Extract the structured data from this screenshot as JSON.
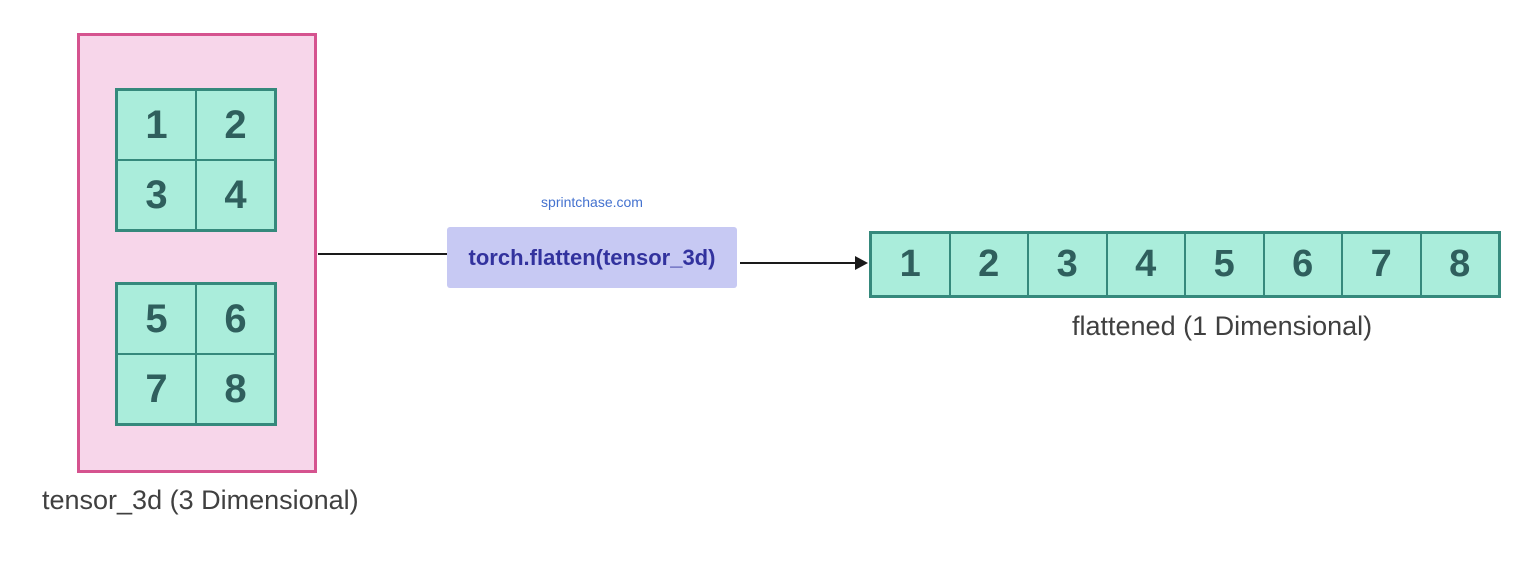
{
  "watermark": "sprintchase.com",
  "colors": {
    "pink_border": "#d5538f",
    "pink_fill": "#f7d6ea",
    "cell_fill": "#aaeddb",
    "cell_border": "#35897c",
    "cell_text": "#2f5f5d",
    "flatten_fill": "#c7c9f3",
    "flatten_text": "#32329e",
    "watermark_color": "#4472cf",
    "label_color": "#404040",
    "arrow_color": "#1a1a1a"
  },
  "tensor_3d": {
    "label": "tensor_3d (3 Dimensional)",
    "matrices": [
      {
        "cells": [
          "1",
          "2",
          "3",
          "4"
        ]
      },
      {
        "cells": [
          "5",
          "6",
          "7",
          "8"
        ]
      }
    ]
  },
  "operation": {
    "label": "torch.flatten(tensor_3d)"
  },
  "flattened": {
    "label": "flattened (1 Dimensional)",
    "cells": [
      "1",
      "2",
      "3",
      "4",
      "5",
      "6",
      "7",
      "8"
    ]
  }
}
